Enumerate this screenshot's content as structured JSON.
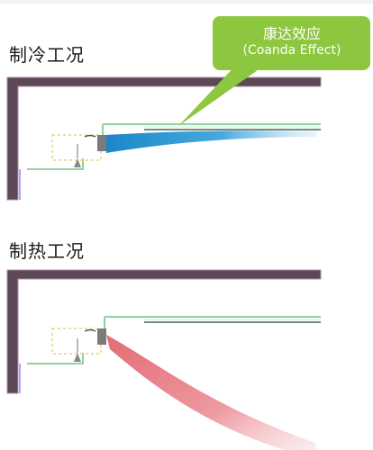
{
  "sections": {
    "cooling": {
      "title": "制冷工况"
    },
    "heating": {
      "title": "制热工况"
    }
  },
  "callout": {
    "line1": "康达效应",
    "line2": "(Coanda Effect)"
  },
  "colors": {
    "wall": "#5b4a56",
    "ceiling_line": "#8fd1a2",
    "cool_airflow": "#2a93d1",
    "heat_airflow": "#e6727a",
    "callout_bg": "#8dc63f",
    "unit_dashed": "#e7d27a"
  }
}
